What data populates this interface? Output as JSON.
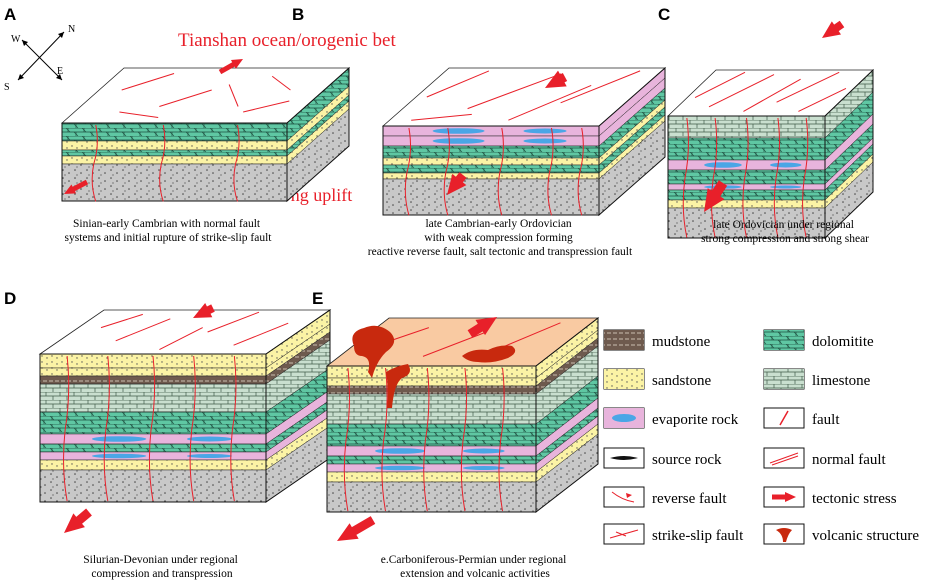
{
  "panels": [
    {
      "letter": "A",
      "caption": [
        "Sinian-early Cambrian with normal fault",
        "systems and initial rupture of  strike-slip fault"
      ]
    },
    {
      "letter": "B",
      "caption": [
        "late Cambrian-early Ordovician",
        "with weak compression  forming",
        "reactive reverse fault, salt tectonic and transpression fault"
      ]
    },
    {
      "letter": "C",
      "caption": [
        "late Ordovician under regional",
        "strong compression and strong shear"
      ]
    },
    {
      "letter": "D",
      "caption": [
        "Silurian-Devonian under regional",
        "compression and transpression"
      ]
    },
    {
      "letter": "E",
      "caption": [
        "e.Carboniferous-Permian under regional",
        "extension and volcanic activities"
      ]
    }
  ],
  "labels": {
    "tianshan": "Tianshan ocean/orogenic bet",
    "tazhong": "Tazhong uplift"
  },
  "compass": {
    "n": "N",
    "e": "E",
    "s": "S",
    "w": "W"
  },
  "legend": [
    {
      "label": "mudstone",
      "key": "mudstone"
    },
    {
      "label": "dolomitite",
      "key": "dolomite"
    },
    {
      "label": "sandstone",
      "key": "sandstone"
    },
    {
      "label": "limestone",
      "key": "limestone"
    },
    {
      "label": "evaporite rock",
      "key": "evaporite"
    },
    {
      "label": "fault",
      "key": "fault"
    },
    {
      "label": "source rock",
      "key": "source"
    },
    {
      "label": "normal fault",
      "key": "normal"
    },
    {
      "label": "reverse fault",
      "key": "reverse"
    },
    {
      "label": "tectonic stress",
      "key": "stress"
    },
    {
      "label": "strike-slip fault",
      "key": "strikeslip"
    },
    {
      "label": "volcanic structure",
      "key": "volcanic"
    }
  ],
  "colors": {
    "dolomite": "#5fc7a3",
    "limestone": "#c9dfcf",
    "sandstone": "#fbf3a5",
    "mudstone": "#6e5a4e",
    "evaporite": "#e8b4dc",
    "evaporite_lens": "#4aa6e6",
    "conglomerate": "#c8c8c8",
    "fault": "#e8202a",
    "volcanic": "#c8290e",
    "top_orange": "#f9caa2"
  }
}
